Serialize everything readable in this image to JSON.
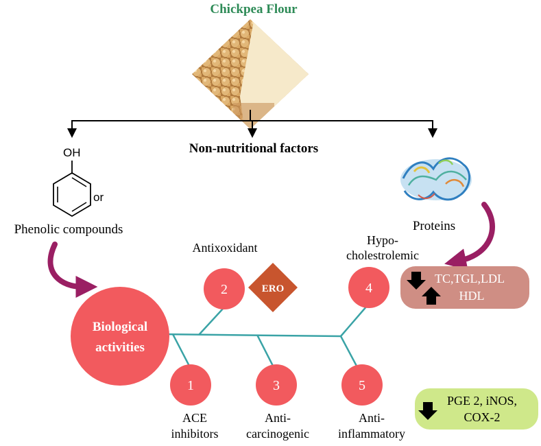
{
  "title": "Chickpea Flour",
  "subtitle": "Non-nutritional factors",
  "phenol": {
    "oh_label": "OH",
    "or_label": "or",
    "caption": "Phenolic compounds"
  },
  "proteins": {
    "caption": "Proteins"
  },
  "hub": {
    "line1": "Biological",
    "line2": "activities"
  },
  "activities": [
    {
      "number": "1",
      "label_lines": [
        "ACE",
        "inhibitors"
      ]
    },
    {
      "number": "2",
      "label_lines": [
        "Antixoxidant"
      ]
    },
    {
      "number": "3",
      "label_lines": [
        "Anti-",
        "carcinogenic"
      ]
    },
    {
      "number": "4",
      "label_lines": [
        "Hypo-",
        "cholestrolemic"
      ]
    },
    {
      "number": "5",
      "label_lines": [
        "Anti-",
        "inflammatory"
      ]
    }
  ],
  "ero": {
    "label": "ERO"
  },
  "lipid_box": {
    "line1": "TC,TGL,LDL",
    "line2": "HDL"
  },
  "inflam_box": {
    "line1": "PGE 2, iNOS,",
    "line2": "COX-2"
  },
  "colors": {
    "title_green": "#2e8b57",
    "node_red": "#f25a5e",
    "branch_teal": "#3aa3a6",
    "ero_orange": "#c8552e",
    "lipid_box": "#cf8e84",
    "inflam_box": "#cfe88a",
    "curved_arrow": "#9a1f63"
  }
}
